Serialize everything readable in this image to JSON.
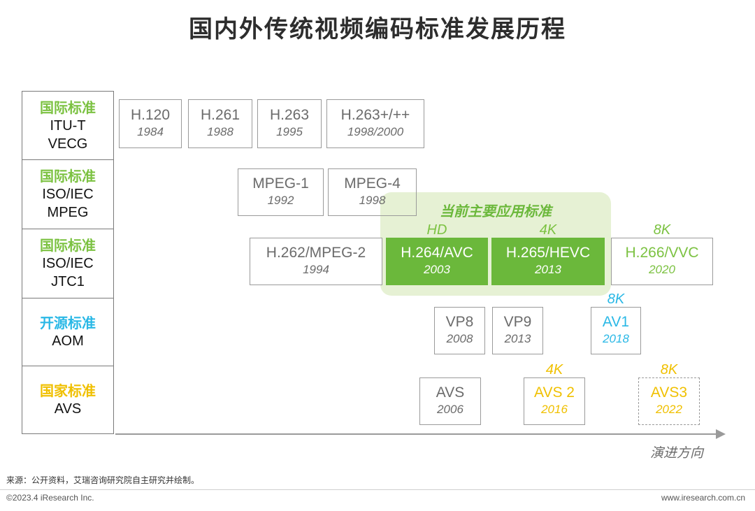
{
  "title": "国内外传统视频编码标准发展历程",
  "colors": {
    "green": "#7cc242",
    "green_fill": "#6bb83b",
    "highlight_bg": "#e3f0cf",
    "aom_blue": "#2ab8e6",
    "avs_yellow": "#f0c000",
    "box_border": "#9a9a9a",
    "box_text": "#6b6b6b"
  },
  "categories": [
    {
      "type": "国际标准",
      "line1": "ITU-T",
      "line2": "VECG",
      "color": "#7cc242"
    },
    {
      "type": "国际标准",
      "line1": "ISO/IEC",
      "line2": "MPEG",
      "color": "#7cc242"
    },
    {
      "type": "国际标准",
      "line1": "ISO/IEC",
      "line2": "JTC1",
      "color": "#7cc242"
    },
    {
      "type": "开源标准",
      "line1": "AOM",
      "line2": "",
      "color": "#2ab8e6"
    },
    {
      "type": "国家标准",
      "line1": "AVS",
      "line2": "",
      "color": "#f0c000"
    }
  ],
  "standards": {
    "h120": {
      "name": "H.120",
      "year": "1984"
    },
    "h261": {
      "name": "H.261",
      "year": "1988"
    },
    "h263": {
      "name": "H.263",
      "year": "1995"
    },
    "h263p": {
      "name": "H.263+/++",
      "year": "1998/2000"
    },
    "mpeg1": {
      "name": "MPEG-1",
      "year": "1992"
    },
    "mpeg4": {
      "name": "MPEG-4",
      "year": "1998"
    },
    "h262": {
      "name": "H.262/MPEG-2",
      "year": "1994"
    },
    "h264": {
      "name": "H.264/AVC",
      "year": "2003"
    },
    "h265": {
      "name": "H.265/HEVC",
      "year": "2013"
    },
    "h266": {
      "name": "H.266/VVC",
      "year": "2020"
    },
    "vp8": {
      "name": "VP8",
      "year": "2008"
    },
    "vp9": {
      "name": "VP9",
      "year": "2013"
    },
    "av1": {
      "name": "AV1",
      "year": "2018"
    },
    "avs": {
      "name": "AVS",
      "year": "2006"
    },
    "avs2": {
      "name": "AVS 2",
      "year": "2016"
    },
    "avs3": {
      "name": "AVS3",
      "year": "2022"
    }
  },
  "tags": {
    "hd": "HD",
    "h265_4k": "4K",
    "h266_8k": "8K",
    "av1_8k": "8K",
    "avs2_4k": "4K",
    "avs3_8k": "8K"
  },
  "highlight_label": "当前主要应用标准",
  "axis_label": "演进方向",
  "footer": {
    "source": "来源：公开资料，艾瑞咨询研究院自主研究并绘制。",
    "copyright": "©2023.4 iResearch Inc.",
    "website": "www.iresearch.com.cn"
  }
}
